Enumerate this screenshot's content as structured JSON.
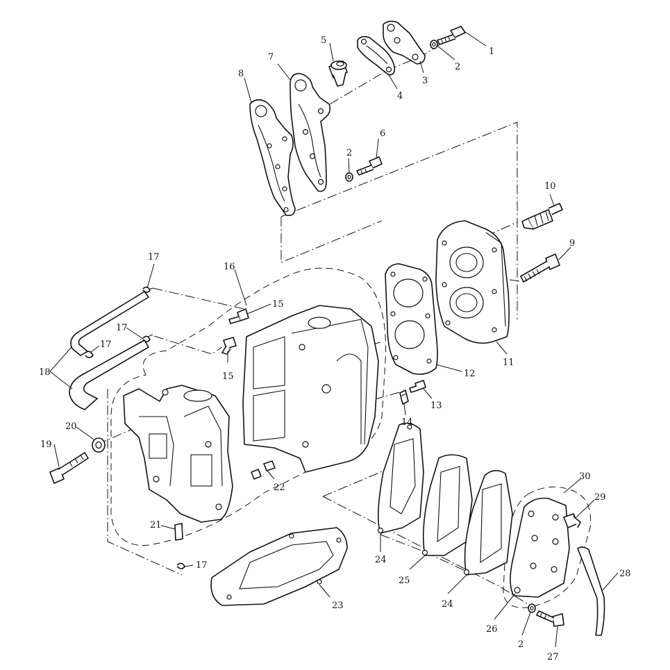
{
  "callouts": [
    {
      "id": "c1",
      "text": "1"
    },
    {
      "id": "c2a",
      "text": "2"
    },
    {
      "id": "c3",
      "text": "3"
    },
    {
      "id": "c4",
      "text": "4"
    },
    {
      "id": "c5",
      "text": "5"
    },
    {
      "id": "c6",
      "text": "6"
    },
    {
      "id": "c2b",
      "text": "2"
    },
    {
      "id": "c7",
      "text": "7"
    },
    {
      "id": "c8",
      "text": "8"
    },
    {
      "id": "c10",
      "text": "10"
    },
    {
      "id": "c9",
      "text": "9"
    },
    {
      "id": "c11",
      "text": "11"
    },
    {
      "id": "c12",
      "text": "12"
    },
    {
      "id": "c13",
      "text": "13"
    },
    {
      "id": "c14",
      "text": "14"
    },
    {
      "id": "c15a",
      "text": "15"
    },
    {
      "id": "c15b",
      "text": "15"
    },
    {
      "id": "c16",
      "text": "16"
    },
    {
      "id": "c17a",
      "text": "17"
    },
    {
      "id": "c17b",
      "text": "17"
    },
    {
      "id": "c17c",
      "text": "17"
    },
    {
      "id": "c17d",
      "text": "17"
    },
    {
      "id": "c18",
      "text": "18"
    },
    {
      "id": "c19",
      "text": "19"
    },
    {
      "id": "c20",
      "text": "20"
    },
    {
      "id": "c21",
      "text": "21"
    },
    {
      "id": "c22",
      "text": "22"
    },
    {
      "id": "c23",
      "text": "23"
    },
    {
      "id": "c24a",
      "text": "24"
    },
    {
      "id": "c24b",
      "text": "24"
    },
    {
      "id": "c25",
      "text": "25"
    },
    {
      "id": "c26",
      "text": "26"
    },
    {
      "id": "c2c",
      "text": "2"
    },
    {
      "id": "c27",
      "text": "27"
    },
    {
      "id": "c28",
      "text": "28"
    },
    {
      "id": "c29",
      "text": "29"
    },
    {
      "id": "c30",
      "text": "30"
    }
  ]
}
